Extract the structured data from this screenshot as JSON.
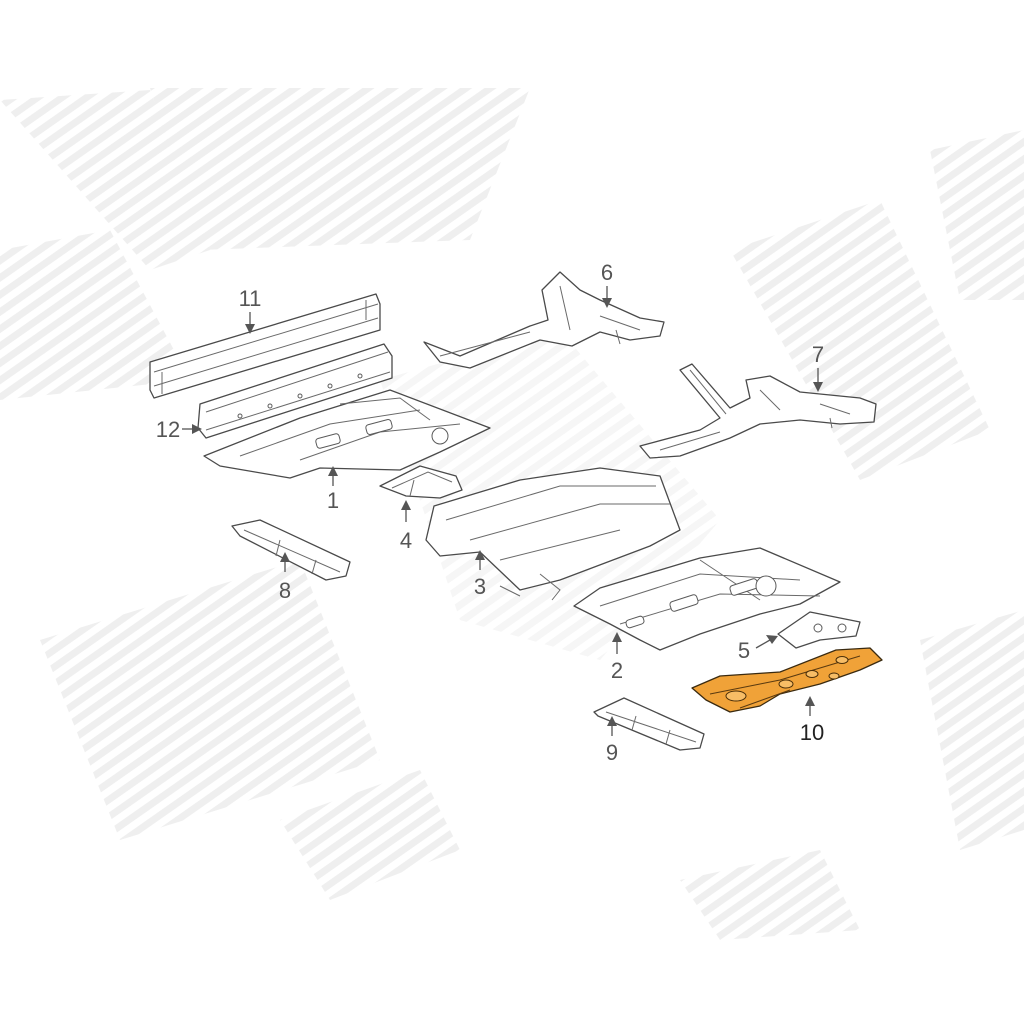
{
  "diagram": {
    "highlight_color": "#f0a238",
    "callouts": [
      {
        "label": "1"
      },
      {
        "label": "2"
      },
      {
        "label": "3"
      },
      {
        "label": "4"
      },
      {
        "label": "5"
      },
      {
        "label": "6"
      },
      {
        "label": "7"
      },
      {
        "label": "8"
      },
      {
        "label": "9"
      },
      {
        "label": "10",
        "highlighted": true
      },
      {
        "label": "11"
      },
      {
        "label": "12"
      }
    ]
  }
}
